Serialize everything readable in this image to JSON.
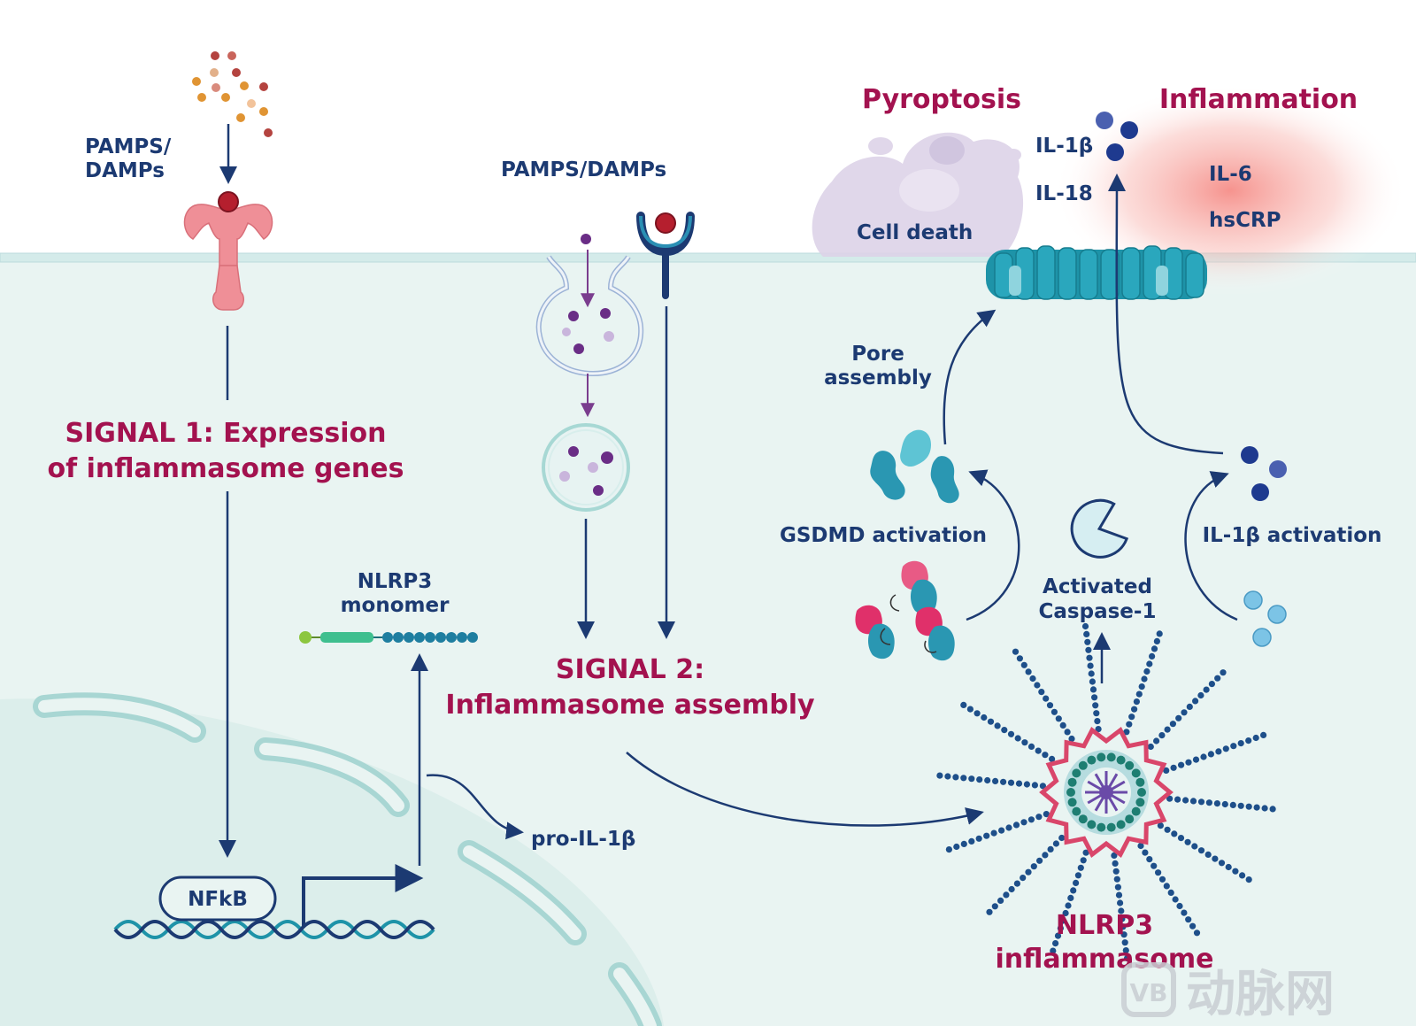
{
  "labels": {
    "pamps_damps_left_1": "PAMPS/",
    "pamps_damps_left_2": "DAMPs",
    "pamps_damps_mid": "PAMPS/DAMPs",
    "signal1_line1": "SIGNAL 1: Expression",
    "signal1_line2": "of inflammasome genes",
    "signal2_line1": "SIGNAL 2:",
    "signal2_line2": "Inflammasome assembly",
    "nlrp3_monomer_1": "NLRP3",
    "nlrp3_monomer_2": "monomer",
    "nfkb": "NFkB",
    "pro_il1b": "pro-IL-1β",
    "pyroptosis": "Pyroptosis",
    "inflammation": "Inflammation",
    "il1b_top": "IL-1β",
    "il18": "IL-18",
    "il6": "IL-6",
    "hscrp": "hsCRP",
    "cell_death": "Cell death",
    "pore_assembly_1": "Pore",
    "pore_assembly_2": "assembly",
    "gsdmd_activation": "GSDMD activation",
    "activated_caspase_1": "Activated",
    "activated_caspase_2": "Caspase-1",
    "il1b_activation": "IL-1β activation",
    "nlrp3_inflammasome_1": "NLRP3",
    "nlrp3_inflammasome_2": "inflammasome"
  },
  "watermark": "动脉网",
  "colors": {
    "navy": "#1c3a72",
    "magenta": "#a3124f",
    "teal": "#1e93a8",
    "cytoplasm": "#e9f4f2",
    "pink_receptor": "#ef8f97",
    "purple_dot": "#6a2d86"
  }
}
